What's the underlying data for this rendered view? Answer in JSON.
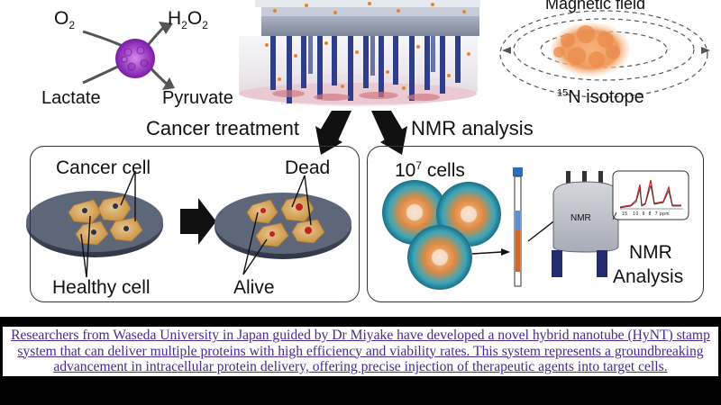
{
  "top_left": {
    "o2": "O",
    "o2_sub": "2",
    "h2o2": "H",
    "h2o2_sub1": "2",
    "h2o2_o": "O",
    "h2o2_sub2": "2",
    "lactate": "Lactate",
    "pyruvate": "Pyruvate"
  },
  "top_right": {
    "magnetic_field": "Magnetic field",
    "isotope_sup": "15",
    "isotope_text": "N isotope"
  },
  "section_labels": {
    "cancer_treatment": "Cancer treatment",
    "nmr_analysis": "NMR analysis"
  },
  "left_panel": {
    "cancer_cell": "Cancer cell",
    "dead": "Dead",
    "healthy_cell": "Healthy cell",
    "alive": "Alive"
  },
  "right_panel": {
    "cells_base": "10",
    "cells_exp": "7",
    "cells_text": " cells",
    "nmr_box": "NMR",
    "nmr_analysis_line1": "NMR",
    "nmr_analysis_line2": "Analysis",
    "spectrum_ticks": [
      "15",
      "10",
      "9",
      "8",
      "7",
      "ppm"
    ]
  },
  "caption": {
    "text": "Researchers from Waseda University in Japan guided by Dr Miyake have developed a novel hybrid nanotube (HyNT) stamp system that can deliver multiple proteins with high efficiency and viability rates. This system represents a groundbreaking advancement in intracellular protein delivery, offering precise injection of therapeutic agents into target cells."
  },
  "colors": {
    "nanotube_blue": "#2e3e8a",
    "enzyme_purple": "#9b2fc8",
    "protein_orange": "#f0a060",
    "cell_tan": "#d9a55a",
    "plate_gray": "#4a5366",
    "caption_text": "#4a2a8a"
  }
}
